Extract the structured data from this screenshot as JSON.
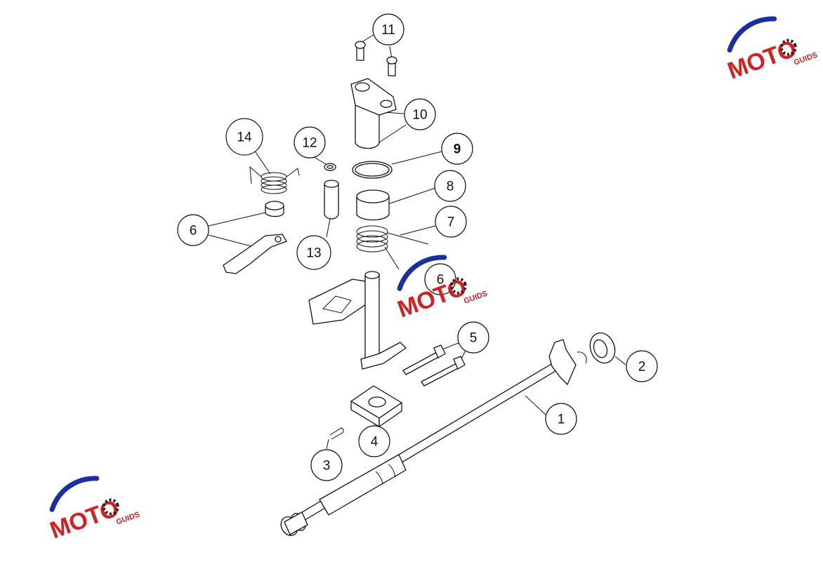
{
  "callouts": {
    "c1": "1",
    "c2": "2",
    "c3": "3",
    "c4": "4",
    "c5": "5",
    "c6a": "6",
    "c6b": "6",
    "c7": "7",
    "c8": "8",
    "c9": "9",
    "c10": "10",
    "c11": "11",
    "c12": "12",
    "c13": "13",
    "c14": "14"
  },
  "watermark": {
    "brand": "MOTO",
    "sub": "GUIDS",
    "colors": {
      "swoosh": "#1a2fa0",
      "letters": "#d42020",
      "gear": "#222222"
    }
  }
}
